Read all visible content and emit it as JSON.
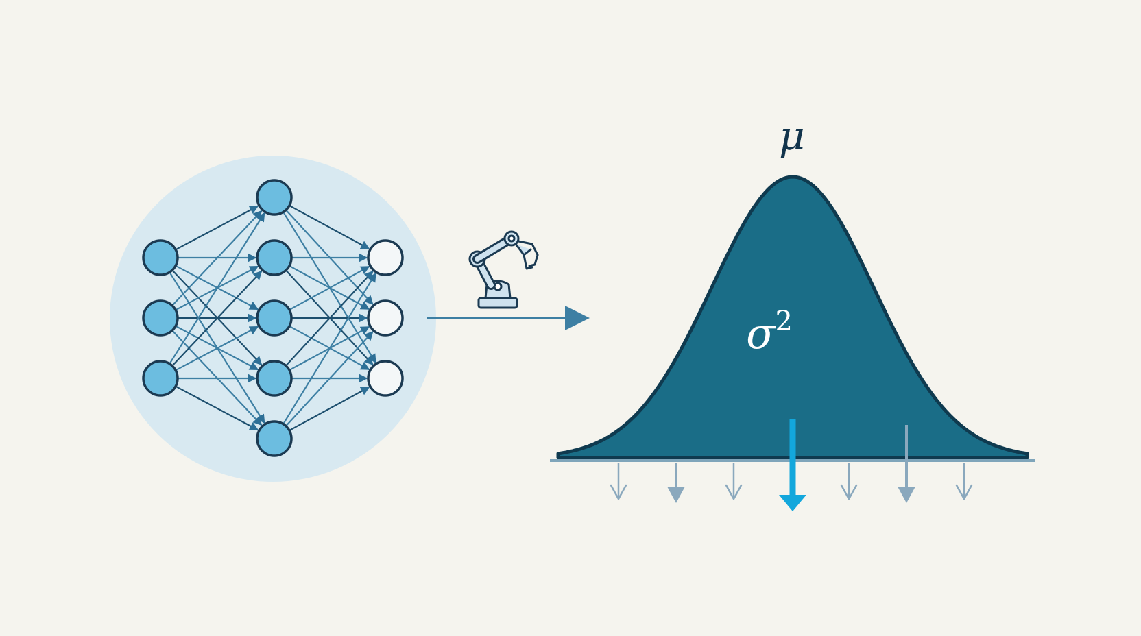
{
  "labels": {
    "mean": "μ",
    "variance_base": "σ",
    "variance_exp": "2"
  },
  "network": {
    "layers": [
      3,
      5,
      3
    ],
    "input_node_count": 3,
    "hidden_node_count": 5,
    "output_node_count": 3
  },
  "icons": {
    "robot": "robot-arm-icon",
    "flow": "right-arrow"
  },
  "distribution": {
    "type": "normal",
    "sample_arrows": [
      {
        "kind": "thin"
      },
      {
        "kind": "medium"
      },
      {
        "kind": "thin"
      },
      {
        "kind": "mean"
      },
      {
        "kind": "thin"
      },
      {
        "kind": "medium"
      },
      {
        "kind": "thin"
      }
    ]
  },
  "colors": {
    "background": "#f5f4ee",
    "halo": "#d8e9f1",
    "node_fill": "#6cbde0",
    "node_stroke": "#1b3a52",
    "output_fill": "#f4f7f8",
    "edge": "#3d7fa3",
    "curve_fill": "#1a6d87",
    "curve_stroke": "#0f3a4f",
    "mean_arrow": "#13a7dc",
    "sample_arrow": "#8aa8bd",
    "label_dark": "#12344c",
    "label_light": "#ffffff"
  }
}
